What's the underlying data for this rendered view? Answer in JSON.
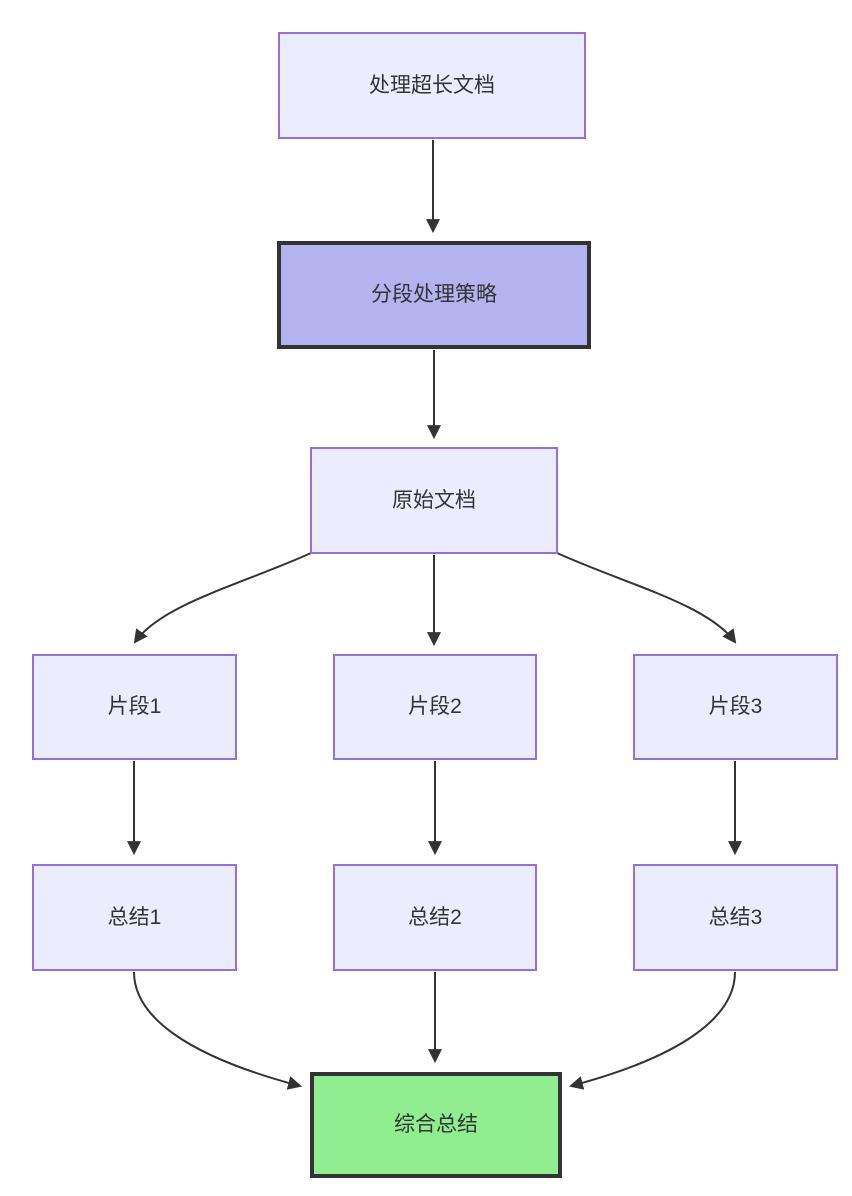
{
  "diagram": {
    "type": "flowchart",
    "direction": "top-down",
    "background": "#FFFFFF",
    "nodes": {
      "process_long_document": {
        "label": "处理超长文档",
        "fill": "#ECECFF",
        "border": "#9370DB"
      },
      "segmentation_strategy": {
        "label": "分段处理策略",
        "fill": "#B3B3F0",
        "border": "#333333"
      },
      "original_document": {
        "label": "原始文档",
        "fill": "#ECECFF",
        "border": "#9370DB"
      },
      "fragment_1": {
        "label": "片段1",
        "fill": "#ECECFF",
        "border": "#9370DB"
      },
      "fragment_2": {
        "label": "片段2",
        "fill": "#ECECFF",
        "border": "#9370DB"
      },
      "fragment_3": {
        "label": "片段3",
        "fill": "#ECECFF",
        "border": "#9370DB"
      },
      "summary_1": {
        "label": "总结1",
        "fill": "#ECECFF",
        "border": "#9370DB"
      },
      "summary_2": {
        "label": "总结2",
        "fill": "#ECECFF",
        "border": "#9370DB"
      },
      "summary_3": {
        "label": "总结3",
        "fill": "#ECECFF",
        "border": "#9370DB"
      },
      "combined_summary": {
        "label": "综合总结",
        "fill": "#90EE90",
        "border": "#333333"
      }
    },
    "edges": [
      {
        "from": "process_long_document",
        "to": "segmentation_strategy"
      },
      {
        "from": "segmentation_strategy",
        "to": "original_document"
      },
      {
        "from": "original_document",
        "to": "fragment_1"
      },
      {
        "from": "original_document",
        "to": "fragment_2"
      },
      {
        "from": "original_document",
        "to": "fragment_3"
      },
      {
        "from": "fragment_1",
        "to": "summary_1"
      },
      {
        "from": "fragment_2",
        "to": "summary_2"
      },
      {
        "from": "fragment_3",
        "to": "summary_3"
      },
      {
        "from": "summary_1",
        "to": "combined_summary"
      },
      {
        "from": "summary_2",
        "to": "combined_summary"
      },
      {
        "from": "summary_3",
        "to": "combined_summary"
      }
    ],
    "colors": {
      "edge": "#333333",
      "text": "#333333",
      "default_fill": "#ECECFF",
      "default_border": "#9370DB",
      "highlight_fill": "#B3B3F0",
      "result_fill": "#90EE90",
      "dark_border": "#333333"
    }
  }
}
